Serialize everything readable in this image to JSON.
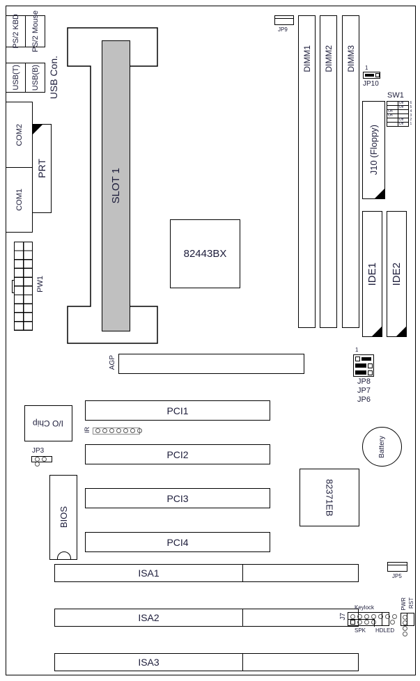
{
  "title": "Motherboard layout",
  "connectors": {
    "ps2_kbd": "PS/2 KBD",
    "ps2_mouse": "PS/2 Mouse",
    "usb_t": "USB(T)",
    "usb_b": "USB(B)",
    "usb_con": "USB Con.",
    "com2": "COM2",
    "com1": "COM1",
    "prt": "PRT",
    "pw1": "PW1"
  },
  "cpu": {
    "slot": "SLOT 1"
  },
  "chips": {
    "northbridge": "82443BX",
    "southbridge": "82371EB",
    "io": "I/O Chip",
    "bios": "BIOS",
    "battery": "Battery"
  },
  "memory": [
    "DIMM1",
    "DIMM2",
    "DIMM3"
  ],
  "jumpers": {
    "jp9": "JP9",
    "jp10": "JP10",
    "jp10_pin": "1",
    "jp8": "JP8",
    "jp7": "JP7",
    "jp6": "JP6",
    "jp8_pin": "1",
    "jp3": "JP3",
    "jp5": "JP5",
    "ir": "IR"
  },
  "sw1": {
    "label": "SW1",
    "switches": [
      {
        "num": "6",
        "state": "Off"
      },
      {
        "num": "5",
        "state": "Off"
      },
      {
        "num": "4",
        "state": "On"
      },
      {
        "num": "3",
        "state": "On"
      },
      {
        "num": "2",
        "state": "Off"
      },
      {
        "num": "1",
        "state": "Off"
      }
    ]
  },
  "drives": {
    "floppy": "J10 (Floppy)",
    "ide1": "IDE1",
    "ide2": "IDE2"
  },
  "slots": {
    "agp": "AGP",
    "pci": [
      "PCI1",
      "PCI2",
      "PCI3",
      "PCI4"
    ],
    "isa": [
      "ISA1",
      "ISA2",
      "ISA3"
    ]
  },
  "front_panel": {
    "j7": "J7",
    "keylock": "Keylock",
    "spk": "SPK",
    "hdled": "HDLED",
    "pwr": "PWR",
    "rst": "RST"
  }
}
